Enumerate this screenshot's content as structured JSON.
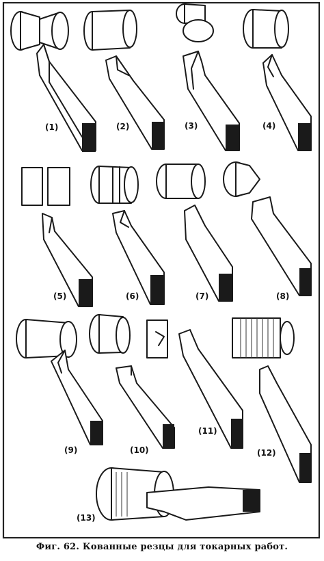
{
  "figure": {
    "caption": "Фиг. 62. Кованные резцы для токарных работ.",
    "labels": [
      "(1)",
      "(2)",
      "(3)",
      "(4)",
      "(5)",
      "(6)",
      "(7)",
      "(8)",
      "(9)",
      "(10)",
      "(11)",
      "(12)",
      "(13)"
    ]
  }
}
